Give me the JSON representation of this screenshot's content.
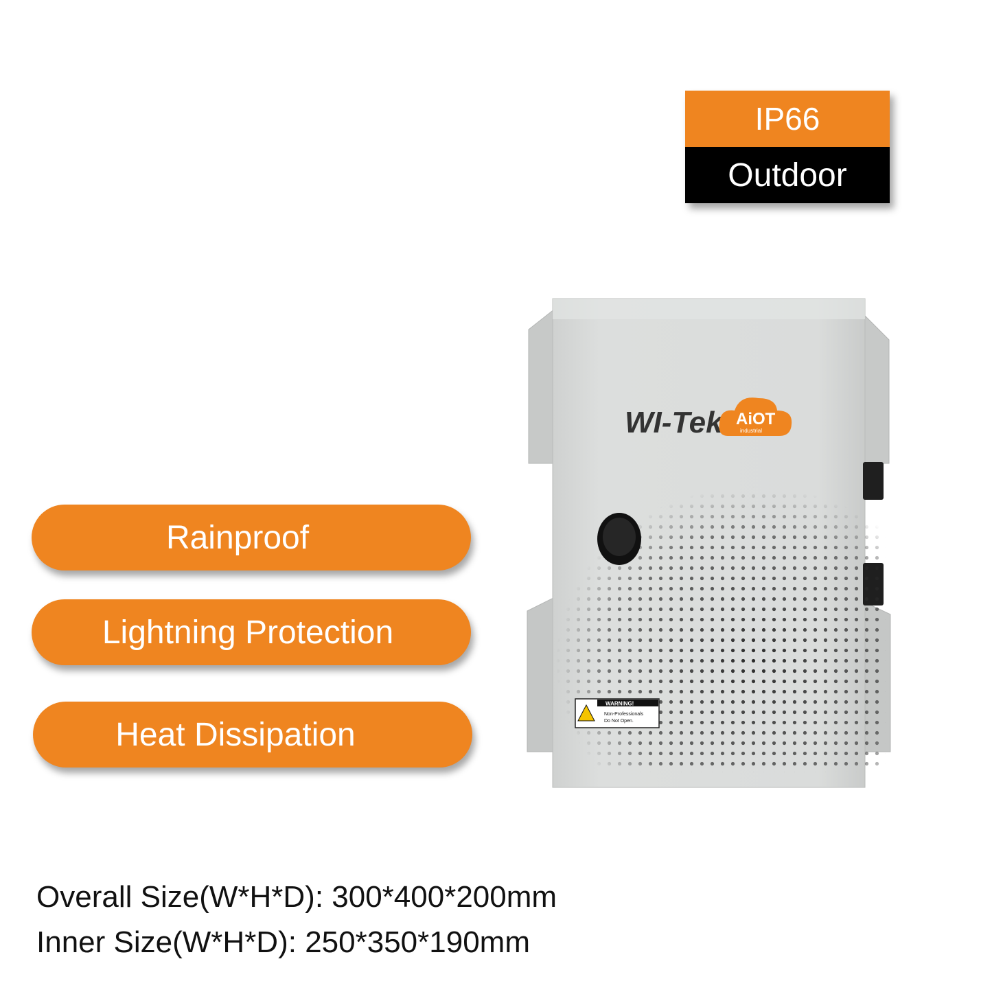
{
  "badge": {
    "rating": "IP66",
    "environment": "Outdoor"
  },
  "features": [
    {
      "label": "Rainproof"
    },
    {
      "label": "Lightning Protection"
    },
    {
      "label": "Heat Dissipation"
    }
  ],
  "specs": {
    "overall": "Overall Size(W*H*D): 300*400*200mm",
    "inner": "Inner Size(W*H*D): 250*350*190mm"
  },
  "product": {
    "brand": "WI-Tek",
    "logo_text": "AiOT",
    "logo_subtext": "industrial",
    "warning_title": "WARNING!",
    "warning_line1": "Non-Professionals",
    "warning_line2": "Do Not Open.",
    "colors": {
      "accent": "#ef8520",
      "enclosure": "#d9dbda"
    }
  }
}
